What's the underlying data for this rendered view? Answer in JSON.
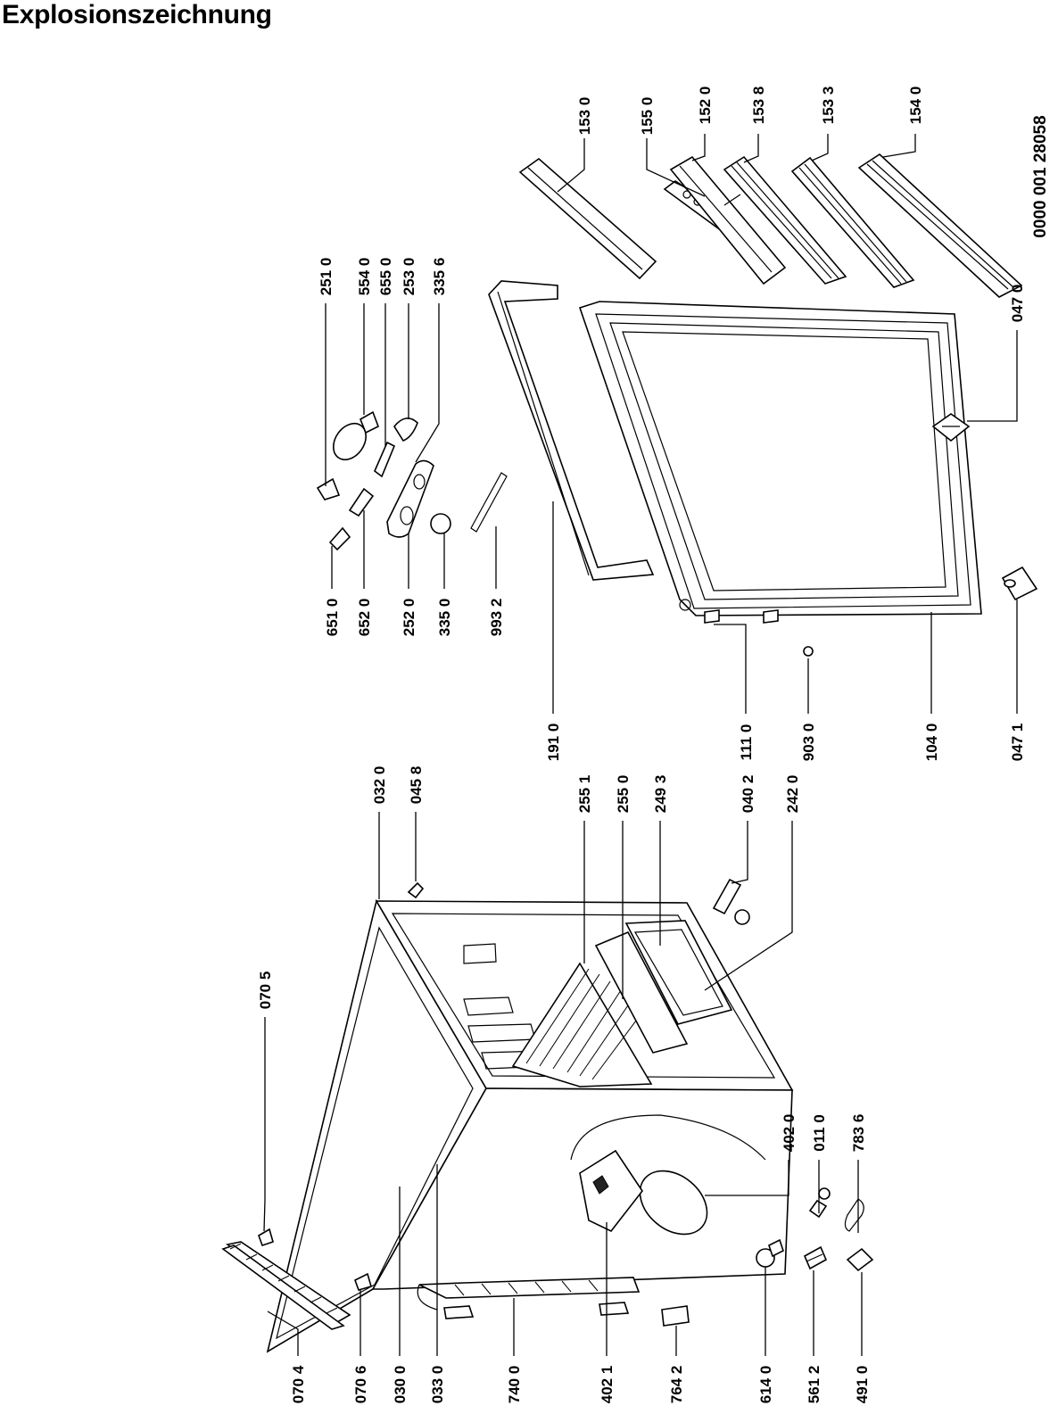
{
  "title": "Explosionszeichnung",
  "document_id": "0000 001 28058",
  "labels": {
    "l_070_5": "070 5",
    "l_032_0": "032 0",
    "l_045_8": "045 8",
    "l_255_1": "255 1",
    "l_255_0": "255 0",
    "l_249_3": "249 3",
    "l_040_2": "040 2",
    "l_242_0": "242 0",
    "l_251_0": "251 0",
    "l_554_0": "554 0",
    "l_655_0": "655 0",
    "l_253_0": "253 0",
    "l_335_6": "335 6",
    "l_153_0": "153 0",
    "l_155_0": "155 0",
    "l_152_0": "152 0",
    "l_153_8": "153 8",
    "l_153_3": "153 3",
    "l_154_0": "154 0",
    "l_047_0": "047 0",
    "l_651_0": "651 0",
    "l_652_0": "652 0",
    "l_252_0": "252 0",
    "l_335_0": "335 0",
    "l_993_2": "993 2",
    "l_191_0": "191 0",
    "l_111_0": "111 0",
    "l_903_0": "903 0",
    "l_104_0": "104 0",
    "l_047_1": "047 1",
    "l_402_0": "402 0",
    "l_011_0": "011 0",
    "l_783_6": "783 6",
    "l_070_4": "070 4",
    "l_070_6": "070 6",
    "l_030_0": "030 0",
    "l_033_0": "033 0",
    "l_740_0": "740 0",
    "l_402_1": "402 1",
    "l_764_2": "764 2",
    "l_614_0": "614 0",
    "l_561_2": "561 2",
    "l_491_0": "491 0"
  }
}
